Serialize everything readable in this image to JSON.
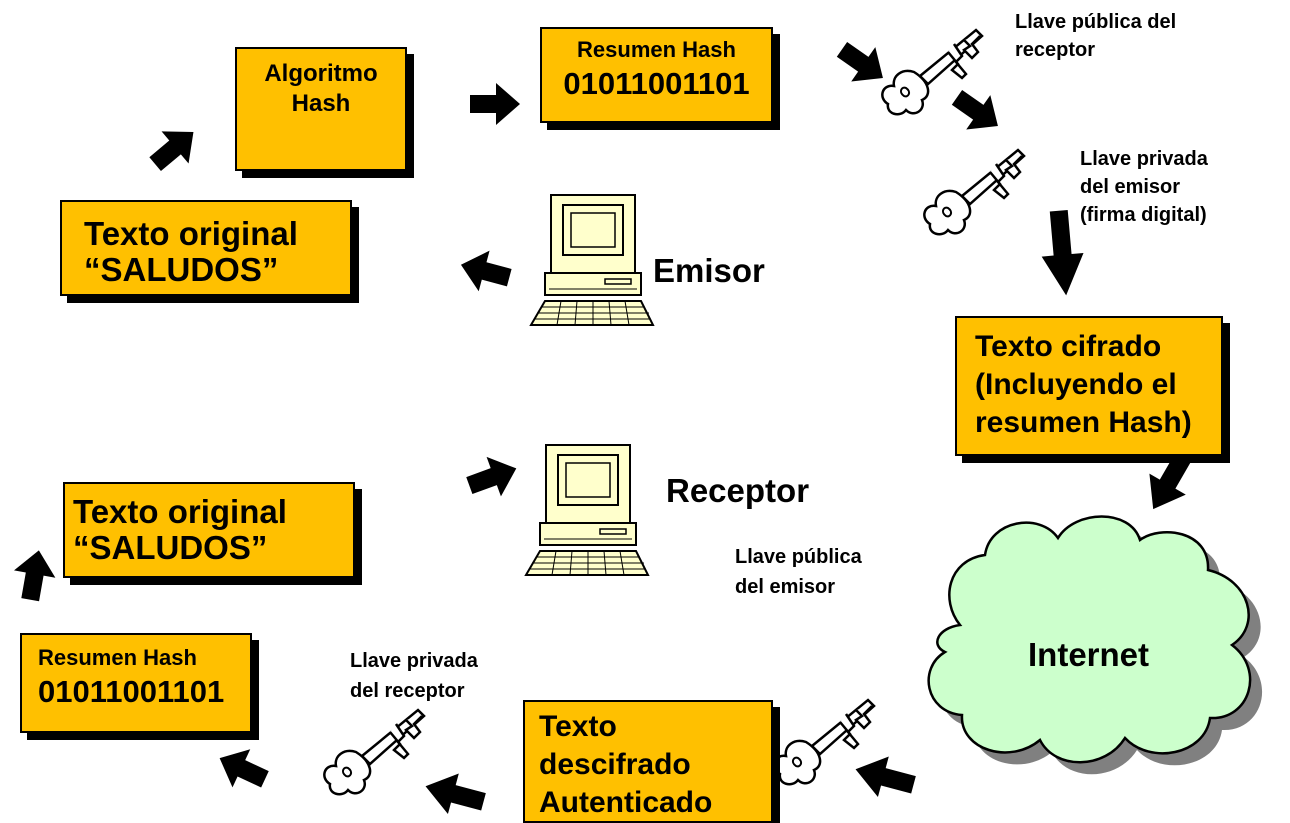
{
  "sender": {
    "label": "Emisor",
    "original_text": {
      "line1": "Texto original",
      "line2": "“SALUDOS”"
    },
    "hash_algorithm": {
      "line1": "Algoritmo",
      "line2": "Hash"
    },
    "hash_digest": {
      "title": "Resumen Hash",
      "value": "01011001101"
    },
    "receiver_public_key": {
      "line1": "Llave pública del",
      "line2": "receptor"
    },
    "sender_private_key": {
      "line1": "Llave privada",
      "line2": "del emisor",
      "line3": "(firma digital)"
    },
    "cipher_text": {
      "line1": "Texto cifrado",
      "line2": "(Incluyendo el",
      "line3": "resumen Hash)"
    }
  },
  "network": {
    "label": "Internet"
  },
  "receiver": {
    "label": "Receptor",
    "sender_public_key": {
      "line1": "Llave pública",
      "line2": "del emisor"
    },
    "decrypted_text": {
      "line1": "Texto",
      "line2": "descifrado",
      "line3": "Autenticado"
    },
    "receiver_private_key": {
      "line1": "Llave privada",
      "line2": "del receptor"
    },
    "hash_digest": {
      "title": "Resumen Hash",
      "value": "01011001101"
    },
    "original_text": {
      "line1": "Texto original",
      "line2": "“SALUDOS”"
    }
  },
  "colors": {
    "box_fill": "#ffc000",
    "cloud_fill": "#ccffcc",
    "computer_fill": "#ffffcc",
    "arrow": "#000000"
  },
  "icons": [
    "arrow-icon",
    "key-icon",
    "computer-icon",
    "cloud-icon"
  ]
}
